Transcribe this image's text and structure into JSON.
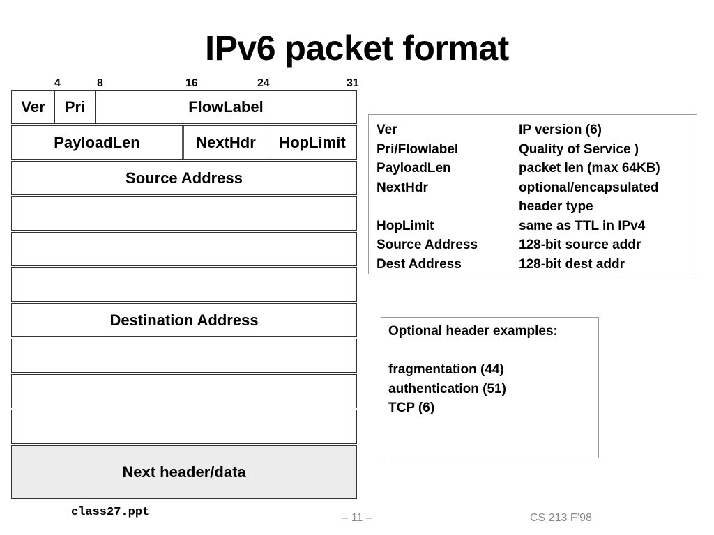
{
  "slide": {
    "title": "IPv6 packet format"
  },
  "bit_positions": [
    "4",
    "8",
    "16",
    "24",
    "31"
  ],
  "header": {
    "row1": {
      "ver": "Ver",
      "pri": "Pri",
      "flowlabel": "FlowLabel"
    },
    "row2": {
      "payloadlen": "PayloadLen",
      "nexthdr": "NextHdr",
      "hoplimit": "HopLimit"
    },
    "source_label": "Source Address",
    "destination_label": "Destination Address",
    "next_label": "Next header/data"
  },
  "legend": [
    {
      "field": "Ver",
      "desc": "IP version (6)"
    },
    {
      "field": "Pri/Flowlabel",
      "desc": "Quality of Service  )"
    },
    {
      "field": "PayloadLen",
      "desc": "packet len (max 64KB)"
    },
    {
      "field": "NextHdr",
      "desc": "optional/encapsulated"
    },
    {
      "field": "",
      "desc": "header type"
    },
    {
      "field": "HopLimit",
      "desc": "same as TTL in IPv4"
    },
    {
      "field": "Source Address",
      "desc": "128-bit source addr"
    },
    {
      "field": "Dest Address",
      "desc": "128-bit dest addr"
    }
  ],
  "optional_headers": {
    "heading": "Optional header examples:",
    "items": [
      "fragmentation (44)",
      "authentication (51)",
      "TCP (6)"
    ]
  },
  "footer": {
    "file": "class27.ppt",
    "page": "– 11 –",
    "course": "CS 213 F’98"
  }
}
